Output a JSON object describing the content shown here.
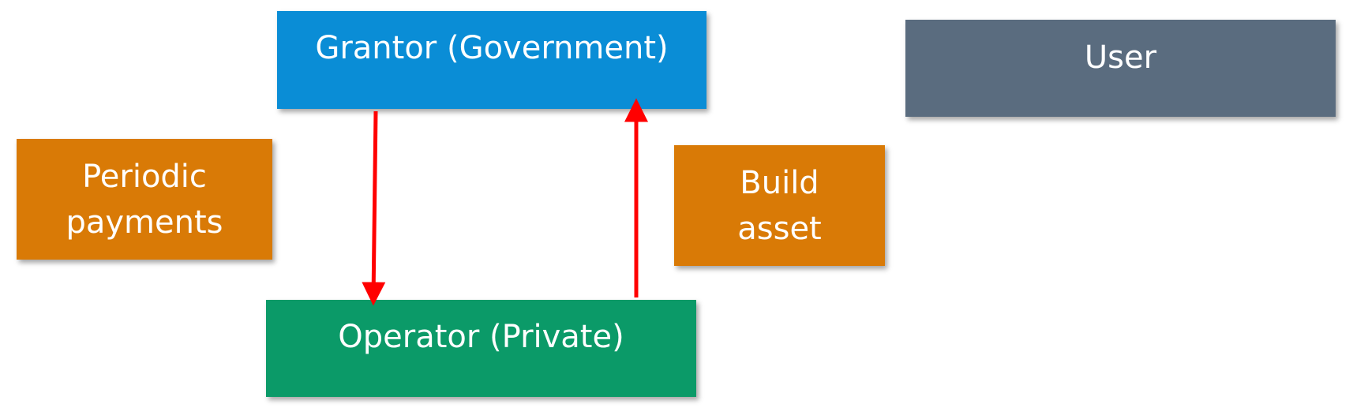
{
  "diagram": {
    "nodes": {
      "grantor": {
        "label": "Grantor (Government)",
        "color": "#0A8DD6"
      },
      "operator": {
        "label": "Operator (Private)",
        "color": "#0B9A68"
      },
      "user": {
        "label": "User",
        "color": "#5A6C7F"
      },
      "payments": {
        "label": "Periodic\npayments",
        "color": "#D97A06"
      },
      "build": {
        "label": "Build\nasset",
        "color": "#D97A06"
      }
    },
    "edges": [
      {
        "from": "grantor",
        "to": "operator",
        "color": "#FF0000"
      },
      {
        "from": "operator",
        "to": "grantor",
        "color": "#FF0000"
      }
    ]
  }
}
